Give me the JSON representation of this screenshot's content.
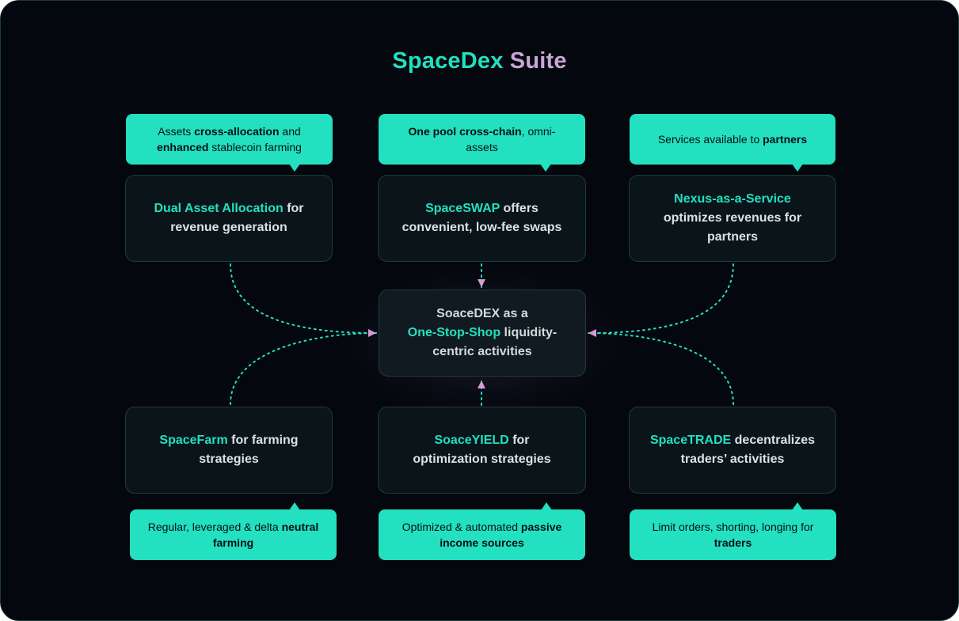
{
  "title": {
    "part1": "SpaceDex",
    "part2": "Suite"
  },
  "colors": {
    "accent": "#22e0c0",
    "title_secondary": "#c9a6d6",
    "arrow": "#d79bd6",
    "background": "#04070d",
    "card": "#0b1519"
  },
  "center": {
    "line1": "SoaceDEX as a",
    "highlight": "One-Stop-Shop",
    "line2_rest": "liquidity-",
    "line3": "centric activities"
  },
  "top_cards": [
    {
      "highlight": "Dual Asset Allocation",
      "rest": "for revenue generation",
      "bubble": {
        "pre": "Assets ",
        "bold1": "cross-allocation",
        "mid": " and ",
        "bold2": "enhanced",
        "post": " stablecoin farming"
      }
    },
    {
      "highlight": "SpaceSWAP",
      "rest": "offers convenient, low-fee swaps",
      "bubble": {
        "pre": "",
        "bold1": "One pool cross-chain",
        "mid": ", omni-assets",
        "bold2": "",
        "post": ""
      }
    },
    {
      "highlight": "Nexus-as-a-Service",
      "rest": "optimizes revenues for partners",
      "bubble": {
        "pre": "Services available to ",
        "bold1": "partners",
        "mid": "",
        "bold2": "",
        "post": ""
      }
    }
  ],
  "bottom_cards": [
    {
      "highlight": "SpaceFarm",
      "rest": "for farming strategies",
      "bubble": {
        "pre": "Regular, leveraged & delta ",
        "bold1": "neutral farming",
        "mid": "",
        "bold2": "",
        "post": ""
      }
    },
    {
      "highlight": "SoaceYIELD",
      "rest": "for optimization strategies",
      "bubble": {
        "pre": "Optimized & automated ",
        "bold1": "passive income sources",
        "mid": "",
        "bold2": "",
        "post": ""
      }
    },
    {
      "highlight": "SpaceTRADE",
      "rest": "decentralizes traders’ activities",
      "bubble": {
        "pre": "Limit orders, shorting, longing for ",
        "bold1": "traders",
        "mid": "",
        "bold2": "",
        "post": ""
      }
    }
  ]
}
